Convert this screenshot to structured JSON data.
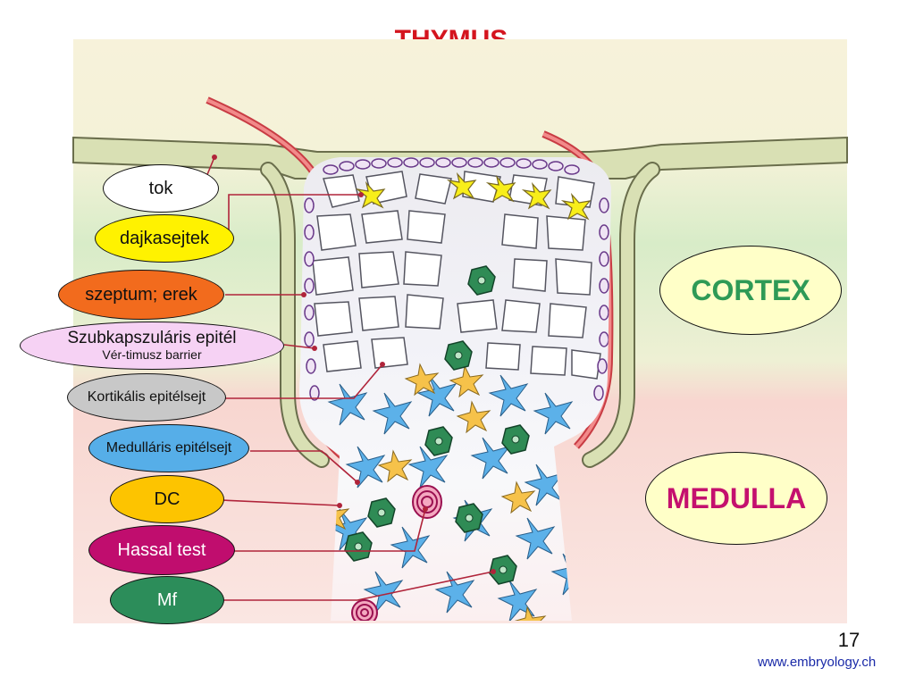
{
  "title": "THYMUS",
  "labels": {
    "tok": "tok",
    "dajkasejtek": "dajkasejtek",
    "szeptum": "szeptum; erek",
    "subcaps_line1": "Szubkapszuláris epitél",
    "subcaps_line2": "Vér-timusz barrier",
    "kortikalis": "Kortikális epitélsejt",
    "medullaris": "Medulláris epitélsejt",
    "dc": "DC",
    "hassal": "Hassal test",
    "mf": "Mf"
  },
  "regions": {
    "cortex": "CORTEX",
    "medulla": "MEDULLA"
  },
  "page_number": "17",
  "website": "www.embryology.ch",
  "colors": {
    "title": "#d4141e",
    "tok": "#ffffff",
    "dajkasejtek": "#fff200",
    "szeptum": "#f26b1d",
    "subcaps": "#f6d2f4",
    "kortikalis": "#c8c8c8",
    "medullaris": "#56aee8",
    "dc": "#fdc400",
    "hassal": "#c00d6e",
    "mf": "#2c8d5a",
    "regions_fill": "#ffffc8",
    "cortex_text": "#2e9a56",
    "medulla_text": "#c4106e"
  }
}
